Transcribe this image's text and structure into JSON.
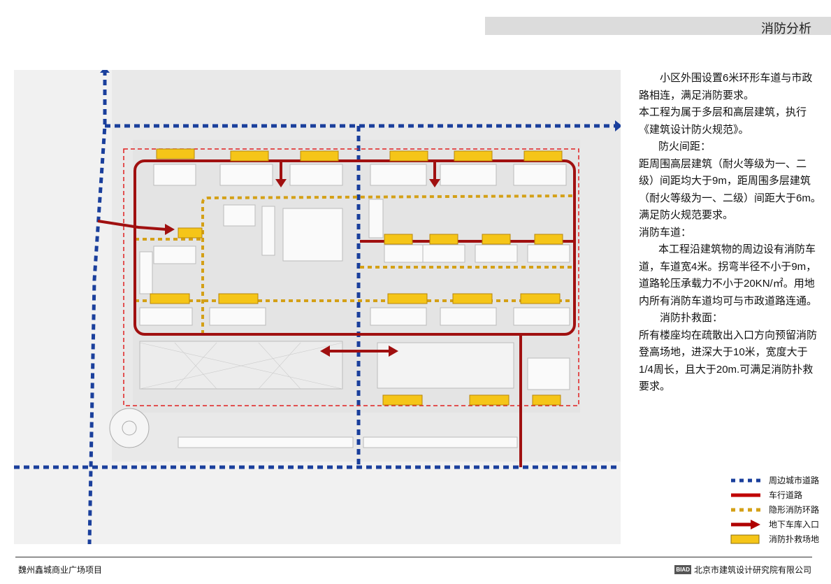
{
  "header": {
    "title": "消防分析"
  },
  "description": [
    "小区外围设置6米环形车道与市政路相连，满足消防要求。",
    "本工程为属于多层和高层建筑，执行《建筑设计防火规范》。",
    "防火间距：",
    "距周围高层建筑（耐火等级为一、二级）间距均大于9m，距周围多层建筑（耐火等级为一、二级）间距大于6m。满足防火规范要求。",
    "消防车道：",
    "本工程沿建筑物的周边设有消防车道，车道宽4米。拐弯半径不小于9m，道路轮压承载力不小于20KN/㎡。用地内所有消防车道均可与市政道路连通。",
    "消防扑救面：",
    "所有楼座均在疏散出入口方向预留消防登高场地，进深大于10米，宽度大于1/4周长，且大于20m.可满足消防扑救要求。"
  ],
  "legend": [
    {
      "label": "周边城市道路",
      "color": "#1a3f9c",
      "style": "dotted"
    },
    {
      "label": "车行道路",
      "color": "#c00000",
      "style": "solid"
    },
    {
      "label": "隐形消防环路",
      "color": "#d4a017",
      "style": "dotted"
    },
    {
      "label": "地下车库入口",
      "color": "#b00000",
      "style": "arrow"
    },
    {
      "label": "消防扑救场地",
      "color": "#f5c518",
      "style": "box"
    }
  ],
  "footer": {
    "project": "魏州鑫城商业广场项目",
    "company_logo": "BIAD",
    "company": "北京市建筑设计研究院有限公司"
  }
}
